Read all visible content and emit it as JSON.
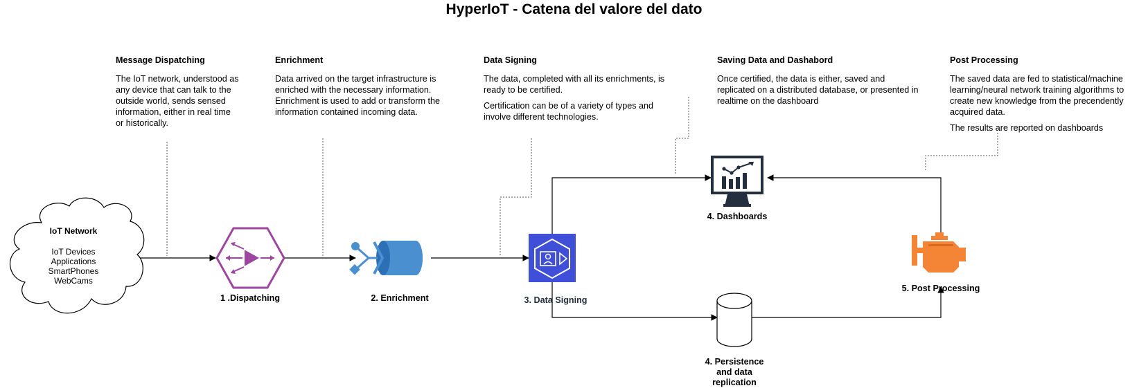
{
  "title": "HyperIoT - Catena del valore del dato",
  "colors": {
    "dispatch_purple": "#9b479f",
    "enrich_blue": "#4a8fd0",
    "signing_blue": "#3f4fd8",
    "post_orange": "#f58536",
    "monitor_dark": "#232f3e"
  },
  "columns": [
    {
      "heading": "Message Dispatching",
      "paragraphs": [
        "The IoT network, understood as any device that can talk to the outside world, sends sensed information, either in real time or historically."
      ]
    },
    {
      "heading": "Enrichment",
      "paragraphs": [
        "Data arrived on the target infrastructure is enriched with the necessary information. Enrichment is used to add or transform the information contained incoming data."
      ]
    },
    {
      "heading": "Data Signing",
      "paragraphs": [
        "The data, completed with all its enrichments, is ready to be certified.",
        "Certification can be of a variety of types and involve different technologies."
      ]
    },
    {
      "heading": "Saving Data and Dashabord",
      "paragraphs": [
        "Once certified, the data is either, saved and replicated on a distributed database, or presented in realtime on the dashboard"
      ]
    },
    {
      "heading": "Post Processing",
      "paragraphs": [
        "The saved data are fed to statistical/machine learning/neural network training algorithms to create new knowledge from the precendently acquired data.",
        "The results are reported on dashboards"
      ]
    }
  ],
  "cloud": {
    "title": "IoT Network",
    "items": [
      "IoT Devices",
      "Applications",
      "SmartPhones",
      "WebCams"
    ]
  },
  "nodes": {
    "dispatching": "1 .Dispatching",
    "enrichment": "2. Enrichment",
    "signing": "3. Data Signing",
    "dashboards": "4. Dashboards",
    "persistence": [
      "4. Persistence",
      "and data",
      "replication"
    ],
    "post_processing": "5. Post Processing"
  },
  "icons": {
    "cloud": "cloud-shape",
    "dispatching": "hexagon-dispatch-icon",
    "enrichment": "enrichment-icon",
    "signing": "data-signing-icon",
    "dashboards": "monitor-chart-icon",
    "persistence": "database-cylinder-icon",
    "post_processing": "engine-icon"
  }
}
